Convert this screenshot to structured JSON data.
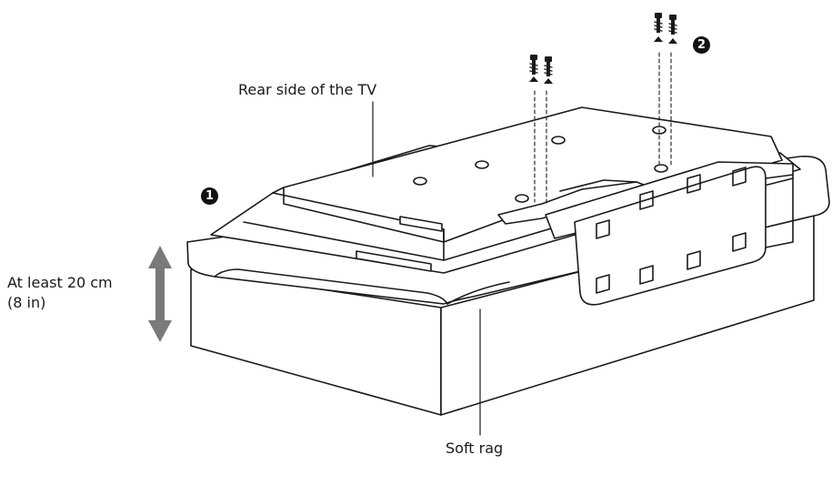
{
  "labels": {
    "rear_side": "Rear side of the TV",
    "height_line1": "At least 20 cm",
    "height_line2": "(8 in)",
    "soft_rag": "Soft rag"
  },
  "steps": [
    "1",
    "2"
  ],
  "colors": {
    "line": "#1a1a1a",
    "tv_fill": "#ffffff",
    "box_fill": "#ffffff",
    "arrow": "#7a7a7a"
  }
}
